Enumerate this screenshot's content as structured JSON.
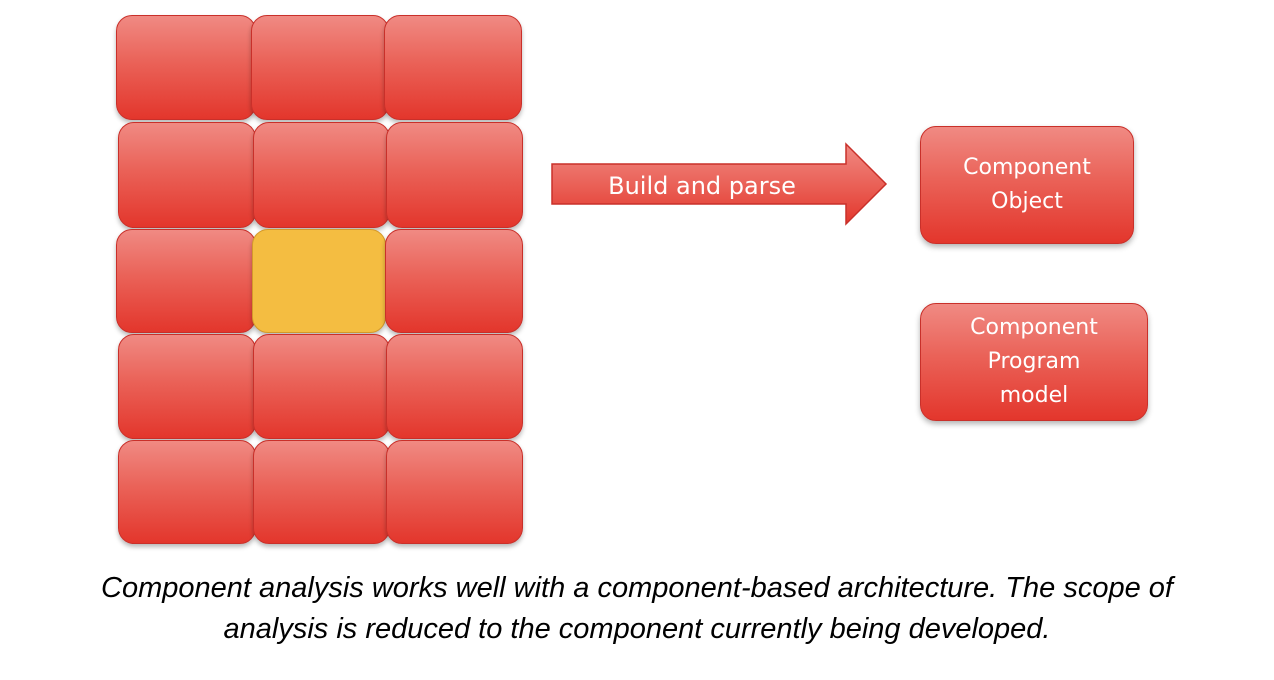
{
  "diagram": {
    "grid": {
      "rows": 5,
      "columns": 3,
      "highlighted_cell": {
        "row": 3,
        "column": 2
      },
      "cell_color": "#e8453b",
      "highlight_color": "#f4bd41"
    },
    "arrow": {
      "label": "Build and parse",
      "color": "#e8453b"
    },
    "outputs": [
      {
        "lines": [
          "Component",
          "Object"
        ]
      },
      {
        "lines": [
          "Component",
          "Program",
          "model"
        ]
      }
    ]
  },
  "caption": {
    "line1": "Component analysis works well with a component-based architecture. The scope of",
    "line2": "analysis is reduced to the component currently being developed."
  }
}
